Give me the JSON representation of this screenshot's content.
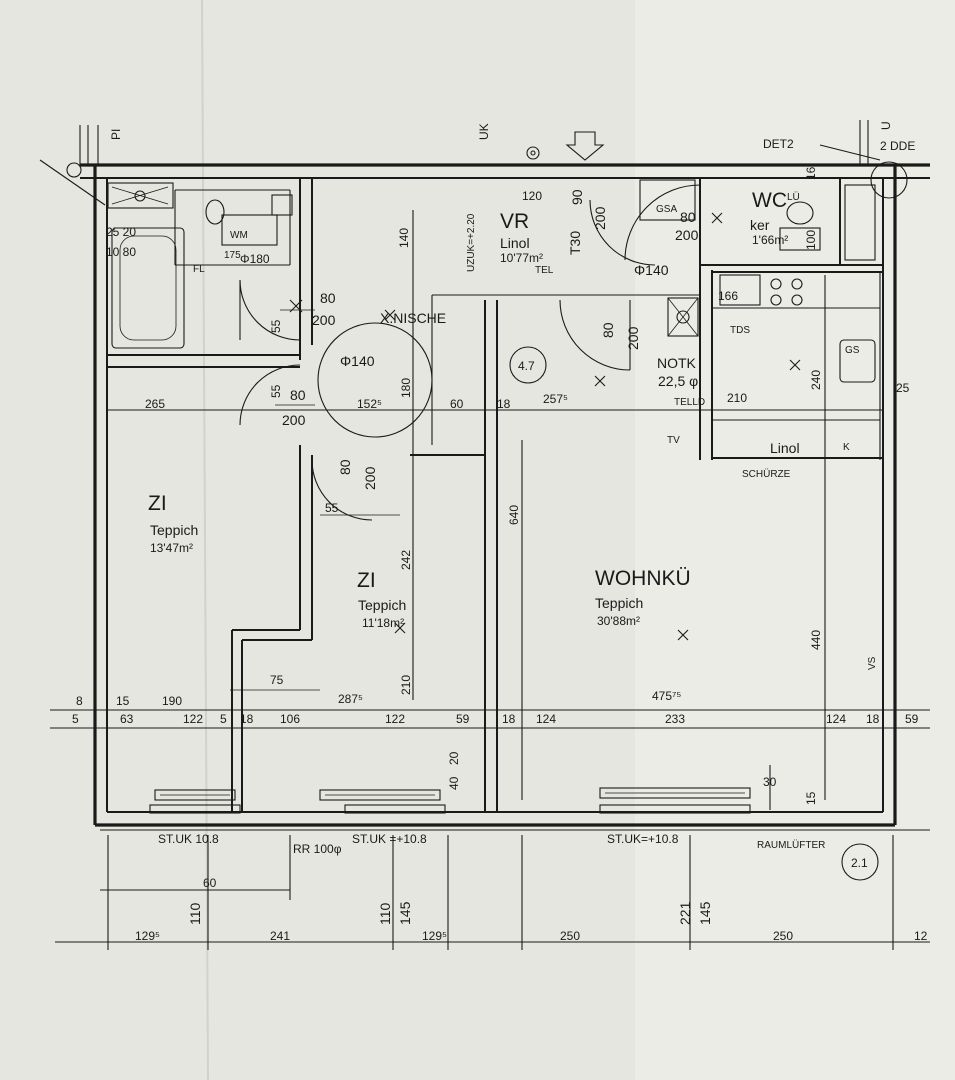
{
  "top_labels": {
    "pi": "PI",
    "uk": "UK",
    "det": "DET2",
    "u": "U",
    "dde": "2 DDE"
  },
  "rooms": {
    "zi1": {
      "name": "ZI",
      "floor": "Teppich",
      "area": "13'47m²"
    },
    "zi2": {
      "name": "ZI",
      "floor": "Teppich",
      "area": "11'18m²"
    },
    "wohnku": {
      "name": "WOHNKÜ",
      "floor": "Teppich",
      "area": "30'88m²"
    },
    "vr": {
      "name": "VR",
      "floor": "Linol",
      "area": "10'77m²"
    },
    "wc": {
      "name": "WC",
      "floor": "ker",
      "area": "1'66m²"
    },
    "kitchen": {
      "floor": "Linol"
    },
    "nische": "X.NISCHE",
    "notk": "NOTK",
    "notk_val": "22,5 φ"
  },
  "fixtures": {
    "wm": "WM",
    "gsa": "GSA",
    "lu": "LÜ",
    "tel": "TEL",
    "tv": "TV",
    "tds": "TDS",
    "gs": "GS",
    "k": "K",
    "fl": "FL",
    "vs": "VS",
    "schurze": "SCHÜRZE",
    "raumlufter": "RAUMLÜFTER",
    "telld": "TELLD",
    "rr": "RR 100φ",
    "uzuk": "UZUK=+2.20",
    "i30": "T30"
  },
  "circles": {
    "c47": "4.7",
    "c21": "2.1"
  },
  "stuk": [
    "ST.UK 10.8",
    "ST.UK =+10.8",
    "ST.UK=+10.8"
  ],
  "dims": {
    "d265": "265",
    "d1525": "152⁵",
    "d60": "60",
    "d18a": "18",
    "d2575": "257⁵",
    "d210a": "210",
    "d140": "140",
    "d80a": "80",
    "d200a": "200",
    "d80b": "80",
    "d200b": "200",
    "d80c": "80",
    "d200c": "200",
    "d80d": "80",
    "d200d": "200",
    "d55a": "55",
    "d55b": "55",
    "d55c": "55",
    "d180": "180",
    "phi140a": "Φ140",
    "phi140b": "Φ140",
    "phi180": "Φ180",
    "d120": "120",
    "d90": "90",
    "d200e": "200",
    "d80e": "80",
    "d200f": "200",
    "d166": "166",
    "d16": "16",
    "d100": "100",
    "d240": "240",
    "d25": "25",
    "d640": "640",
    "d242": "242",
    "d210b": "210",
    "d440": "440",
    "d75": "75",
    "d2875": "287⁵",
    "d47575": "475⁷⁵",
    "d8": "8",
    "d15": "15",
    "d190": "190",
    "d5": "5",
    "d63": "63",
    "d122a": "122",
    "d5b": "5",
    "d18b": "18",
    "d106": "106",
    "d122b": "122",
    "d59a": "59",
    "d18c": "18",
    "d124a": "124",
    "d233": "233",
    "d124b": "124",
    "d18d": "18",
    "d59b": "59",
    "d30": "30",
    "d15b": "15",
    "d40": "40",
    "d20": "20",
    "d60b": "60",
    "d110a": "110",
    "d110b": "110",
    "d145a": "145",
    "d221": "221",
    "d145b": "145",
    "d1295a": "129⁵",
    "d241": "241",
    "d1295b": "129⁵",
    "d250a": "250",
    "d250b": "250",
    "d12": "12",
    "d2520": "25 20",
    "d1080": "10 80",
    "d175": "175"
  }
}
